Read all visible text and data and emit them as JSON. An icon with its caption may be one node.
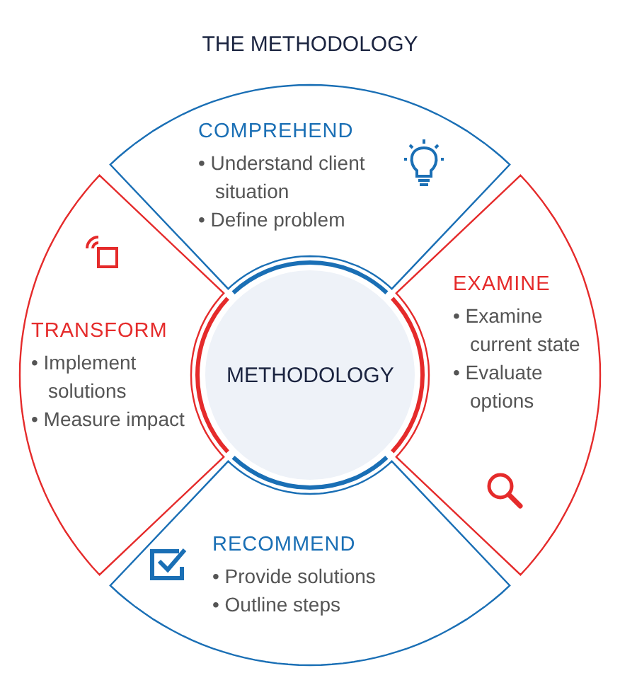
{
  "diagram": {
    "title": "THE METHODOLOGY",
    "nodes": [
      {
        "text": [
          "COMPREHEND",
          "• Understand client situation",
          "• Define problem"
        ]
      },
      {
        "text": [
          "EXAMINE",
          "• Examine current state",
          "• Evaluate options"
        ]
      },
      {
        "text": [
          "TRANSFORM",
          "• Implement solutions",
          "• Measure impact"
        ]
      },
      {
        "text": [
          "METHODOLOGY"
        ]
      },
      {
        "text": [
          "RECOMMEND",
          "• Provide solutions",
          "• Outline steps"
        ]
      }
    ]
  }
}
